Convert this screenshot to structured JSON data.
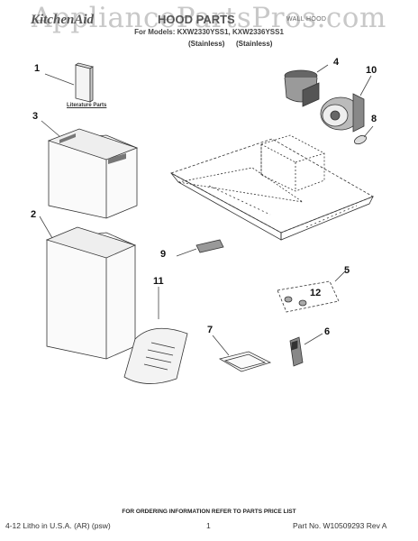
{
  "watermark": "AppliancePartsPros.com",
  "header": {
    "brand": "KitchenAid",
    "title": "HOOD PARTS",
    "right_text": "WALL HOOD",
    "models_line": "For Models: KXW2330YSS1, KXW2336YSS1",
    "finish_1": "(Stainless)",
    "finish_2": "(Stainless)"
  },
  "literature_label": "Literature Parts",
  "callouts": [
    "1",
    "2",
    "3",
    "4",
    "5",
    "6",
    "7",
    "8",
    "9",
    "10",
    "11",
    "12"
  ],
  "footer": {
    "ordering_note": "FOR ORDERING INFORMATION REFER TO PARTS PRICE LIST",
    "litho": "4-12 Litho in U.S.A. (AR) (psw)",
    "page": "1",
    "part_no": "Part No. W10509293 Rev A"
  }
}
